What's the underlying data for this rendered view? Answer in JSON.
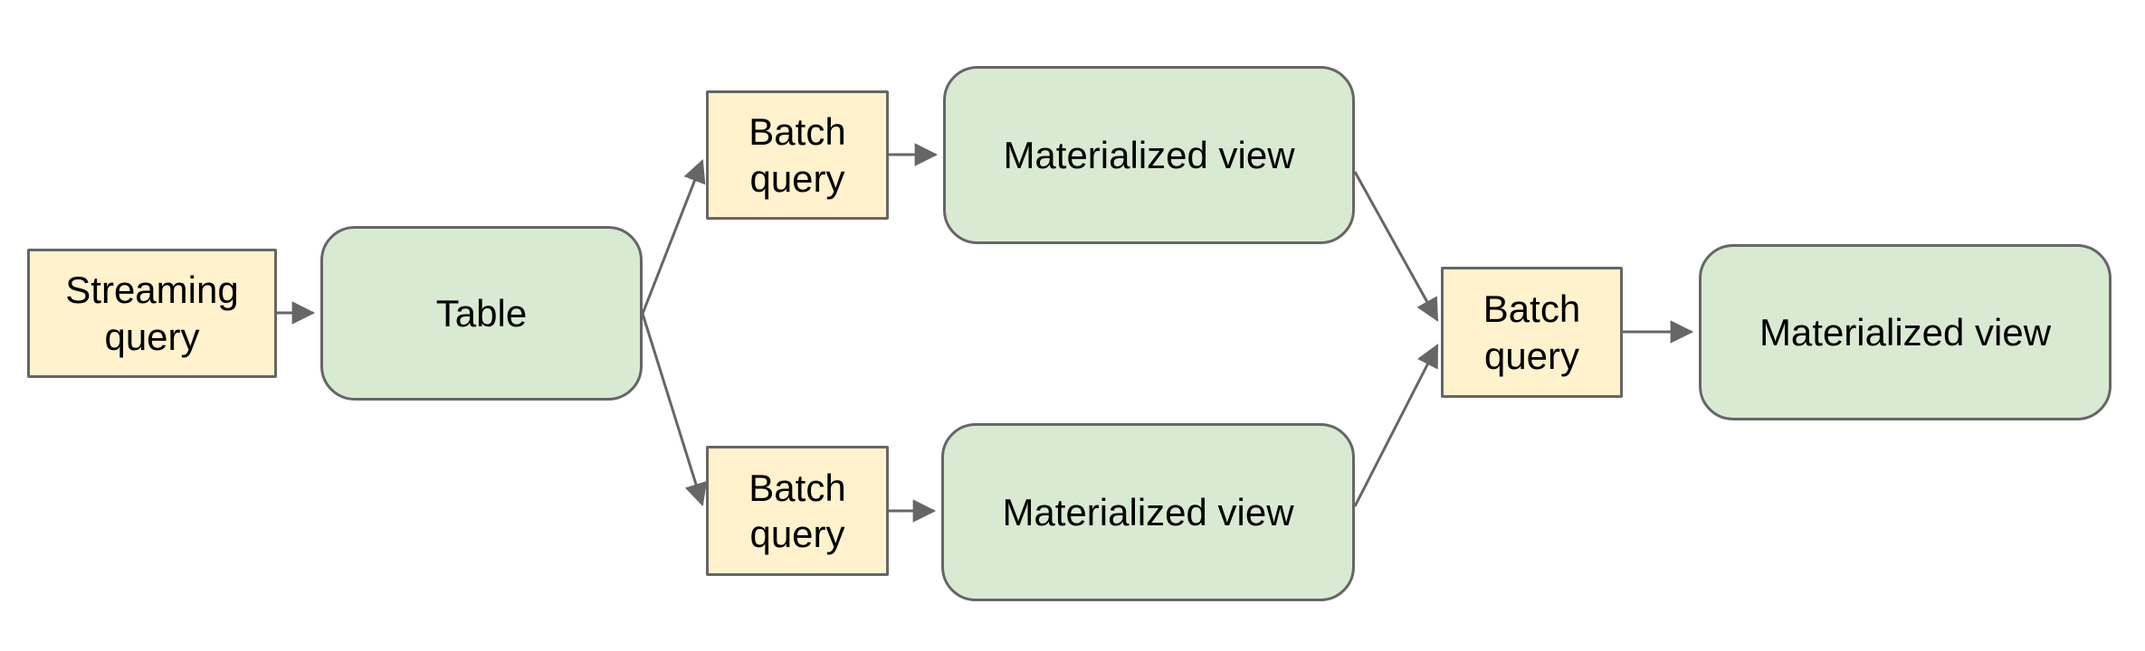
{
  "diagram": {
    "title": "",
    "background_color": "#ffffff",
    "colors": {
      "query_box_fill": "#fff2cc",
      "view_box_fill": "#d9ead3",
      "stroke": "#666666",
      "text": "#000000"
    },
    "nodes": [
      {
        "id": "streaming-query",
        "label": "Streaming query",
        "kind": "query"
      },
      {
        "id": "table",
        "label": "Table",
        "kind": "view"
      },
      {
        "id": "batch-query-top",
        "label": "Batch query",
        "kind": "query"
      },
      {
        "id": "materialized-view-top",
        "label": "Materialized view",
        "kind": "view"
      },
      {
        "id": "batch-query-bottom",
        "label": "Batch query",
        "kind": "query"
      },
      {
        "id": "materialized-view-bottom",
        "label": "Materialized view",
        "kind": "view"
      },
      {
        "id": "batch-query-right",
        "label": "Batch query",
        "kind": "query"
      },
      {
        "id": "materialized-view-right",
        "label": "Materialized view",
        "kind": "view"
      }
    ],
    "edges": [
      {
        "from": "streaming-query",
        "to": "table"
      },
      {
        "from": "table",
        "to": "batch-query-top"
      },
      {
        "from": "table",
        "to": "batch-query-bottom"
      },
      {
        "from": "batch-query-top",
        "to": "materialized-view-top"
      },
      {
        "from": "batch-query-bottom",
        "to": "materialized-view-bottom"
      },
      {
        "from": "materialized-view-top",
        "to": "batch-query-right"
      },
      {
        "from": "materialized-view-bottom",
        "to": "batch-query-right"
      },
      {
        "from": "batch-query-right",
        "to": "materialized-view-right"
      }
    ]
  }
}
